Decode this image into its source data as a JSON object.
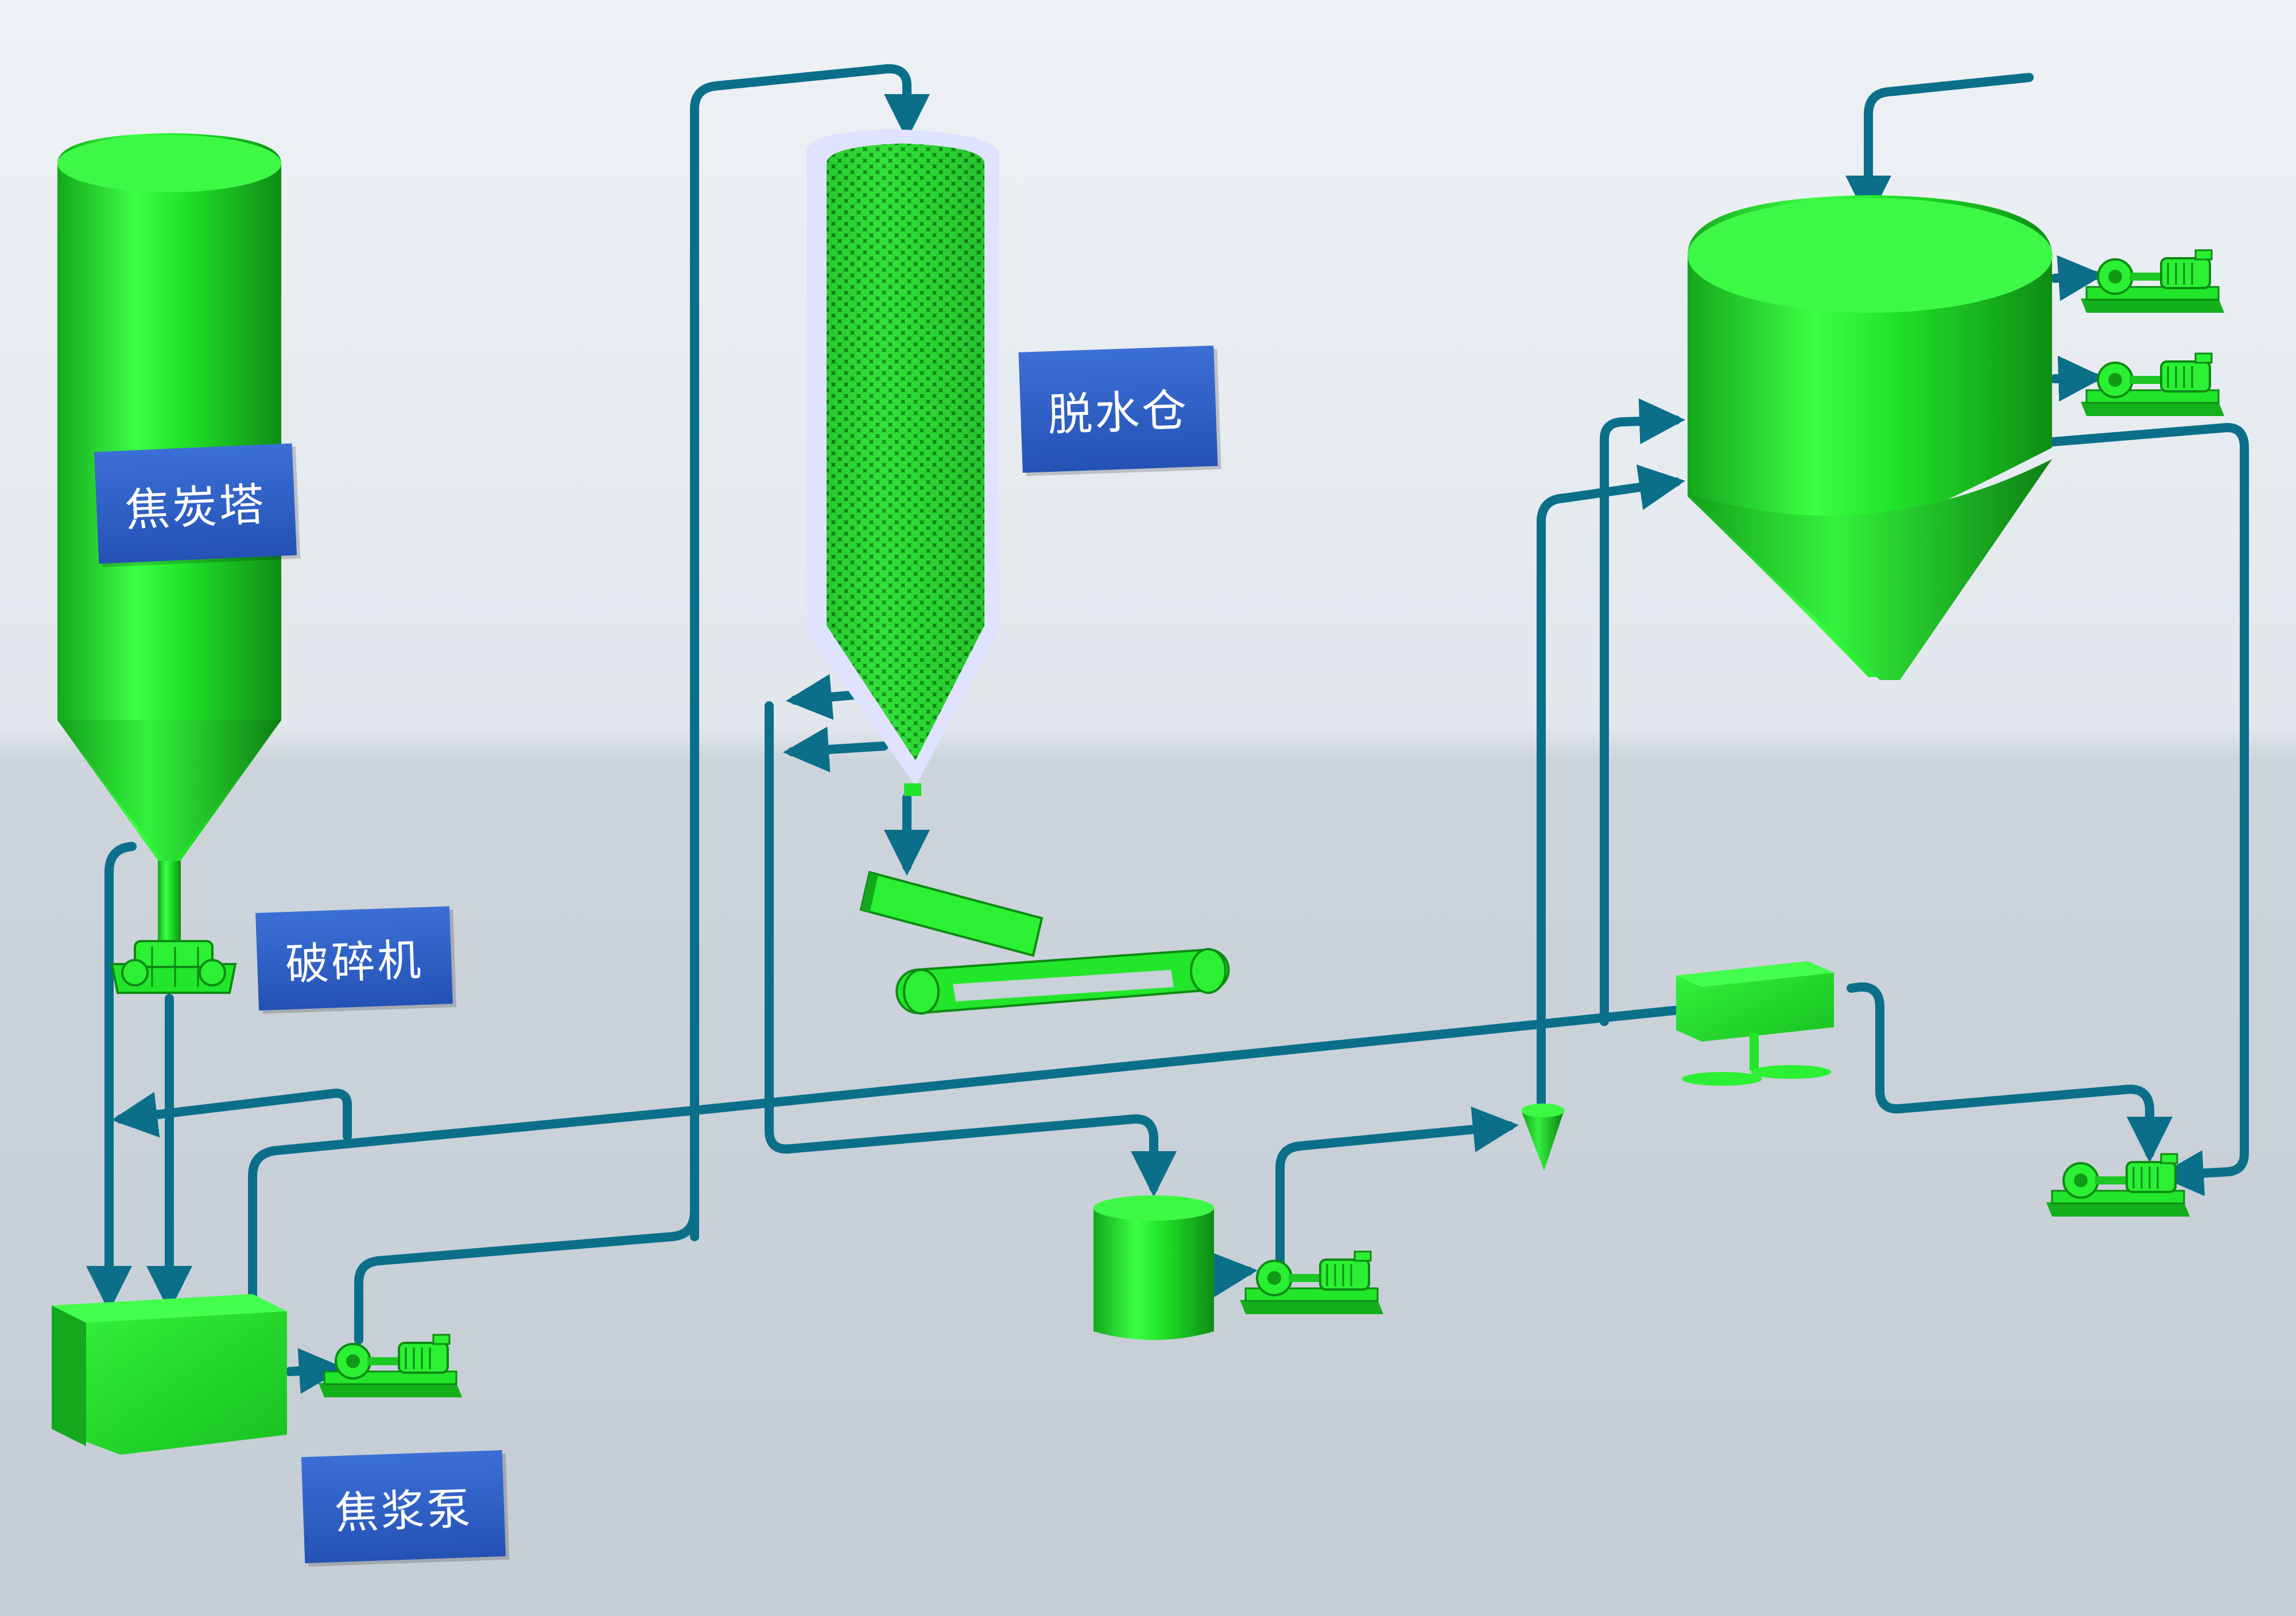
{
  "labels": {
    "coke_tower": "焦炭塔",
    "dewatering_bin": "脱水仓",
    "crusher": "破碎机",
    "coke_slurry_pump": "焦浆泵"
  },
  "colors": {
    "equipment": "#22e62a",
    "equipment_dark": "#119a18",
    "pipe": "#0b6f8a",
    "label_bg": "#2b5bc0",
    "label_text": "#ffffff",
    "background_top": "#eef2f5",
    "background_bottom": "#c9d1d9"
  },
  "icons": {
    "pump": "centrifugal-pump-icon",
    "crusher": "crusher-icon",
    "conveyor": "belt-conveyor-icon",
    "mixer": "agitator-icon"
  }
}
